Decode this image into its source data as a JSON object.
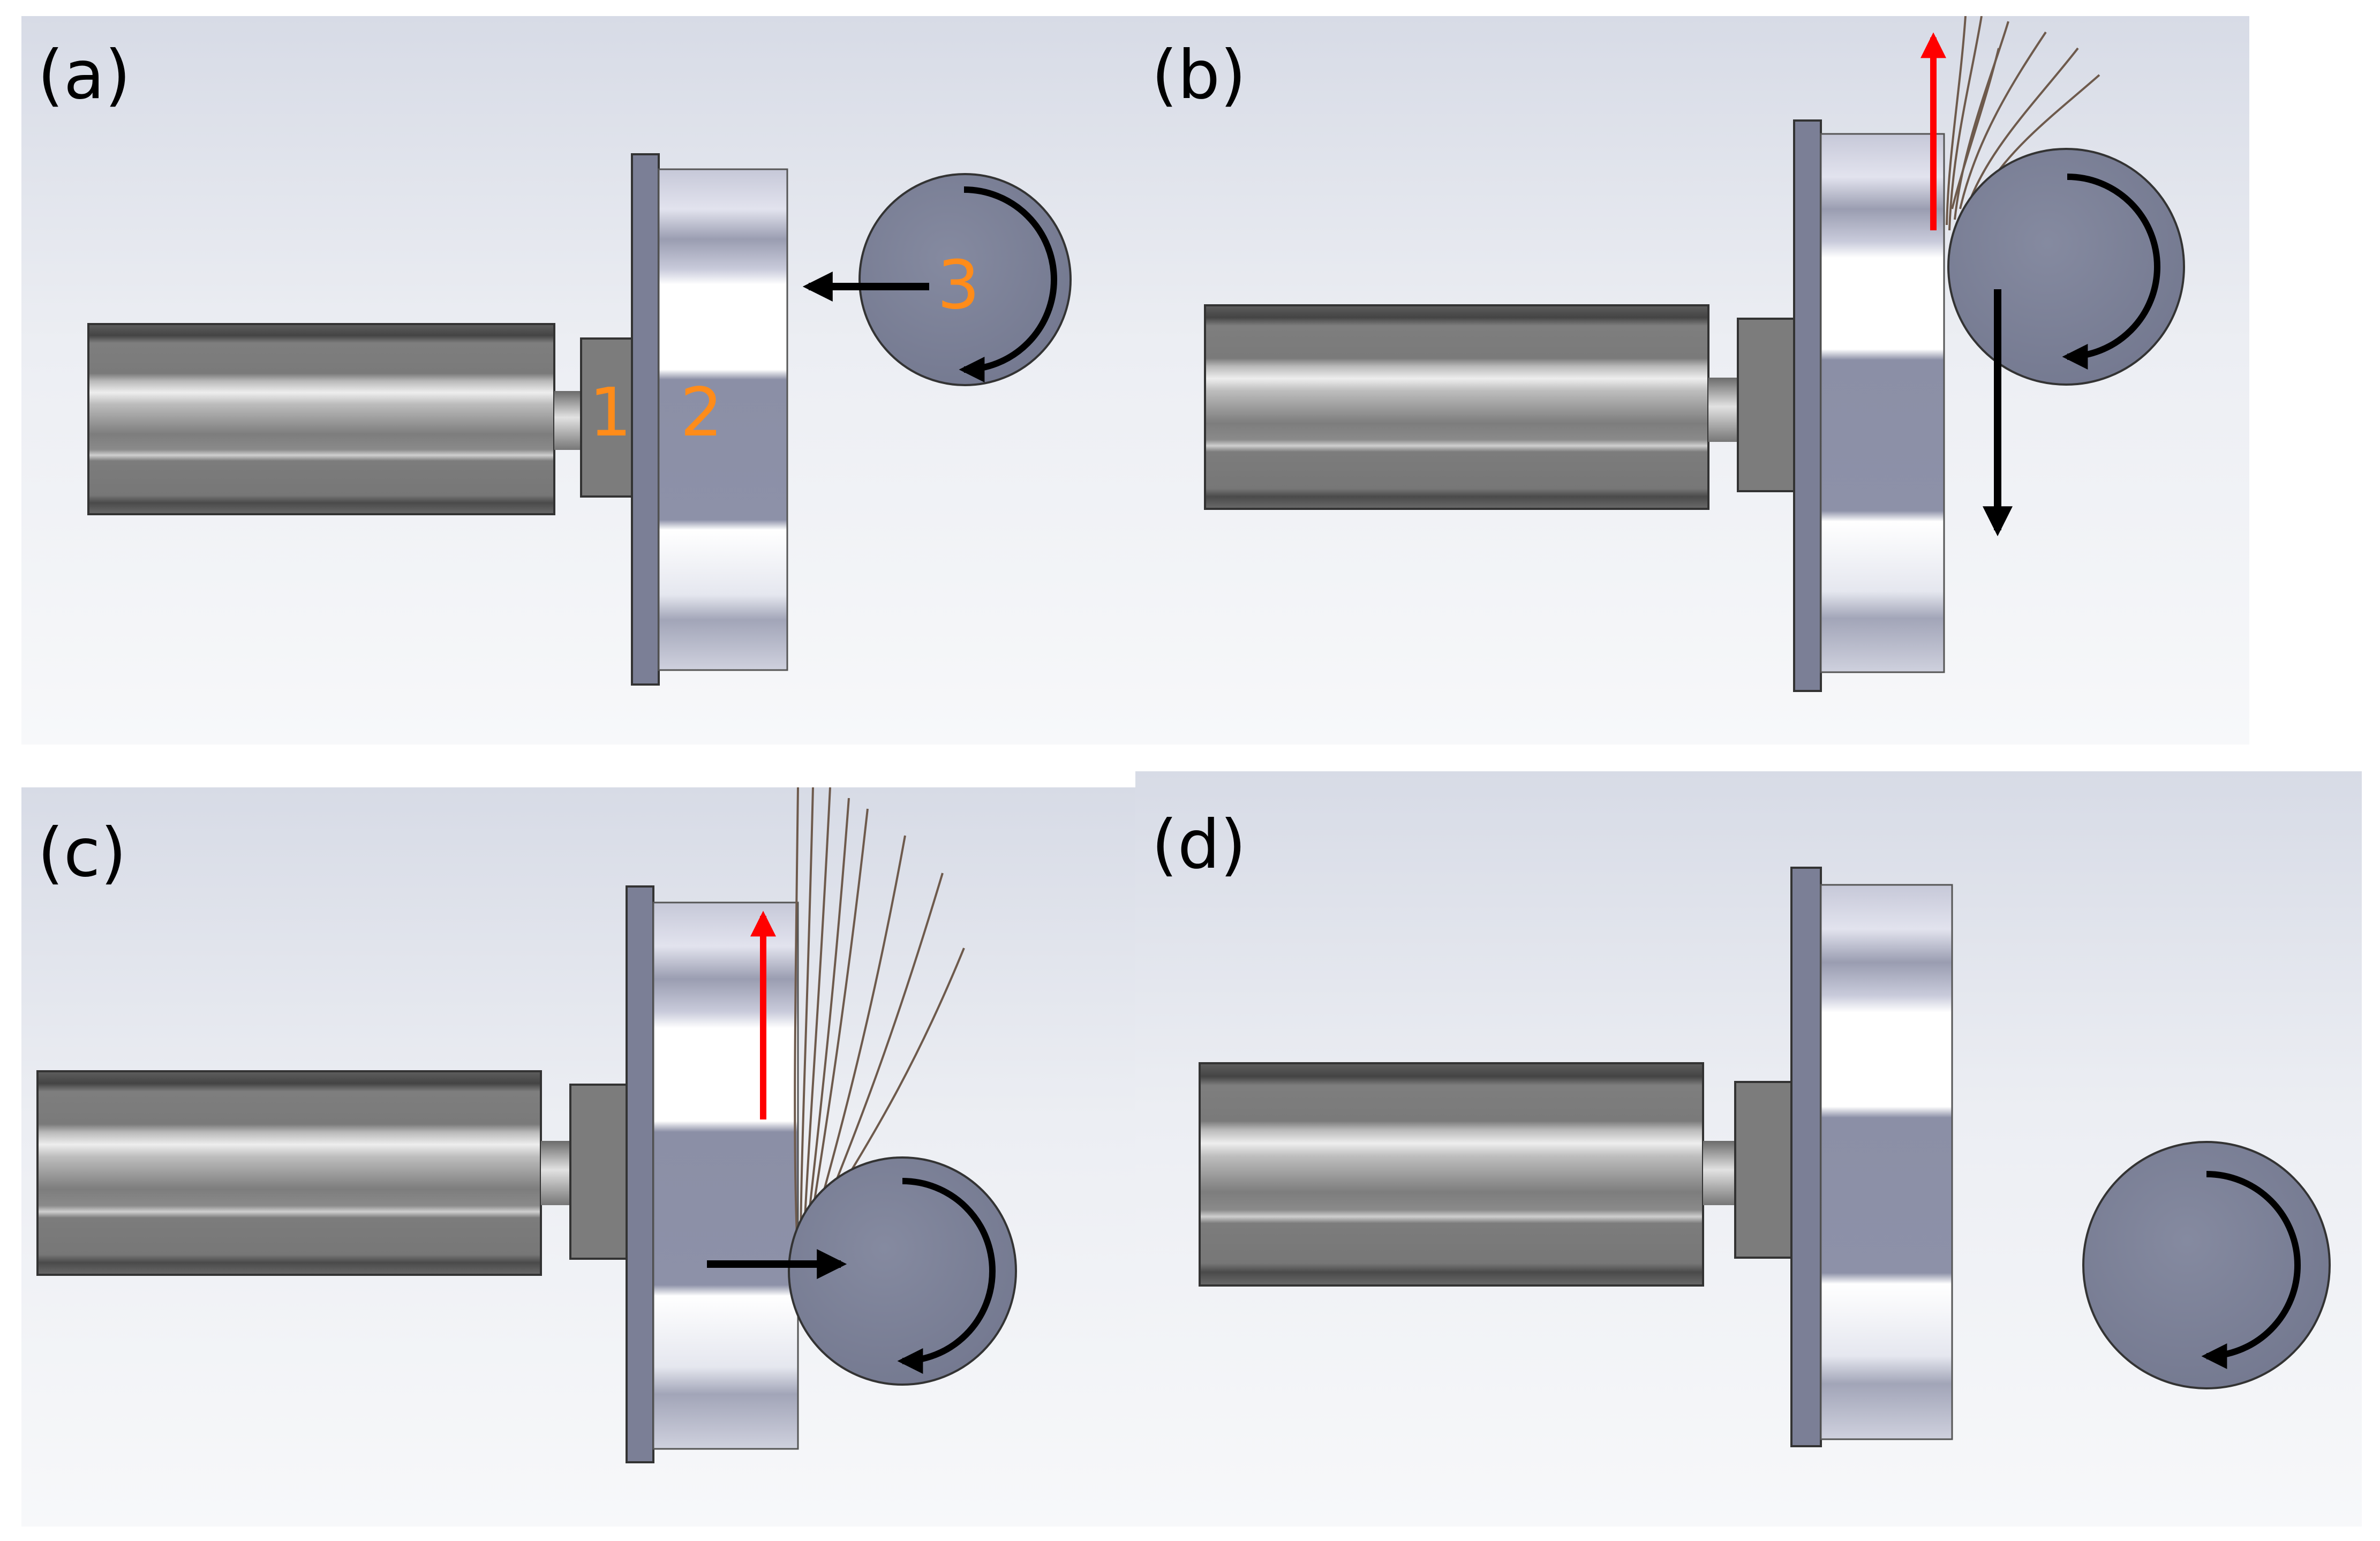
{
  "colors": {
    "label_orange": "#ff8c1a",
    "motion_arrow": "#000000",
    "chip_arrow": "#ff0000",
    "wheel_fill": "#7d8298",
    "plate_fill": "#7b7f96",
    "shaft_fill": "#7c7c7c"
  },
  "panels": [
    {
      "id": "a",
      "label": "(a)",
      "components": [
        "1",
        "2",
        "3"
      ]
    },
    {
      "id": "b",
      "label": "(b)"
    },
    {
      "id": "c",
      "label": "(c)"
    },
    {
      "id": "d",
      "label": "(d)"
    }
  ]
}
